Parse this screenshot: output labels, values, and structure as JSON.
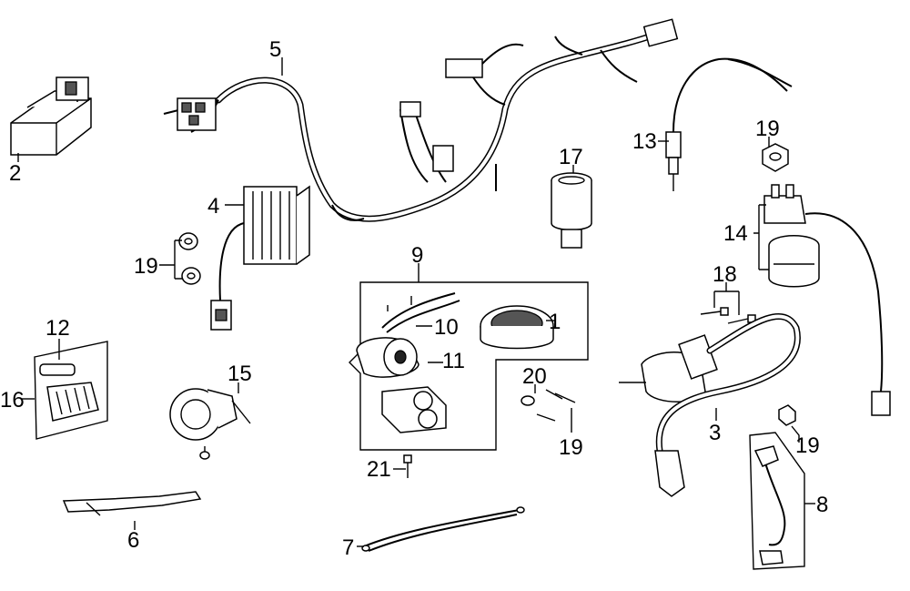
{
  "callouts": [
    {
      "id": "1",
      "text": "1"
    },
    {
      "id": "2",
      "text": "2"
    },
    {
      "id": "3",
      "text": "3"
    },
    {
      "id": "4",
      "text": "4"
    },
    {
      "id": "5",
      "text": "5"
    },
    {
      "id": "6",
      "text": "6"
    },
    {
      "id": "7",
      "text": "7"
    },
    {
      "id": "8",
      "text": "8"
    },
    {
      "id": "9",
      "text": "9"
    },
    {
      "id": "10",
      "text": "10"
    },
    {
      "id": "11",
      "text": "11"
    },
    {
      "id": "12",
      "text": "12"
    },
    {
      "id": "13",
      "text": "13"
    },
    {
      "id": "14",
      "text": "14"
    },
    {
      "id": "15",
      "text": "15"
    },
    {
      "id": "16",
      "text": "16"
    },
    {
      "id": "17",
      "text": "17"
    },
    {
      "id": "18",
      "text": "18"
    },
    {
      "id": "19a",
      "text": "19"
    },
    {
      "id": "19b",
      "text": "19"
    },
    {
      "id": "19c",
      "text": "19"
    },
    {
      "id": "19d",
      "text": "19"
    },
    {
      "id": "20",
      "text": "20"
    },
    {
      "id": "21",
      "text": "21"
    }
  ]
}
